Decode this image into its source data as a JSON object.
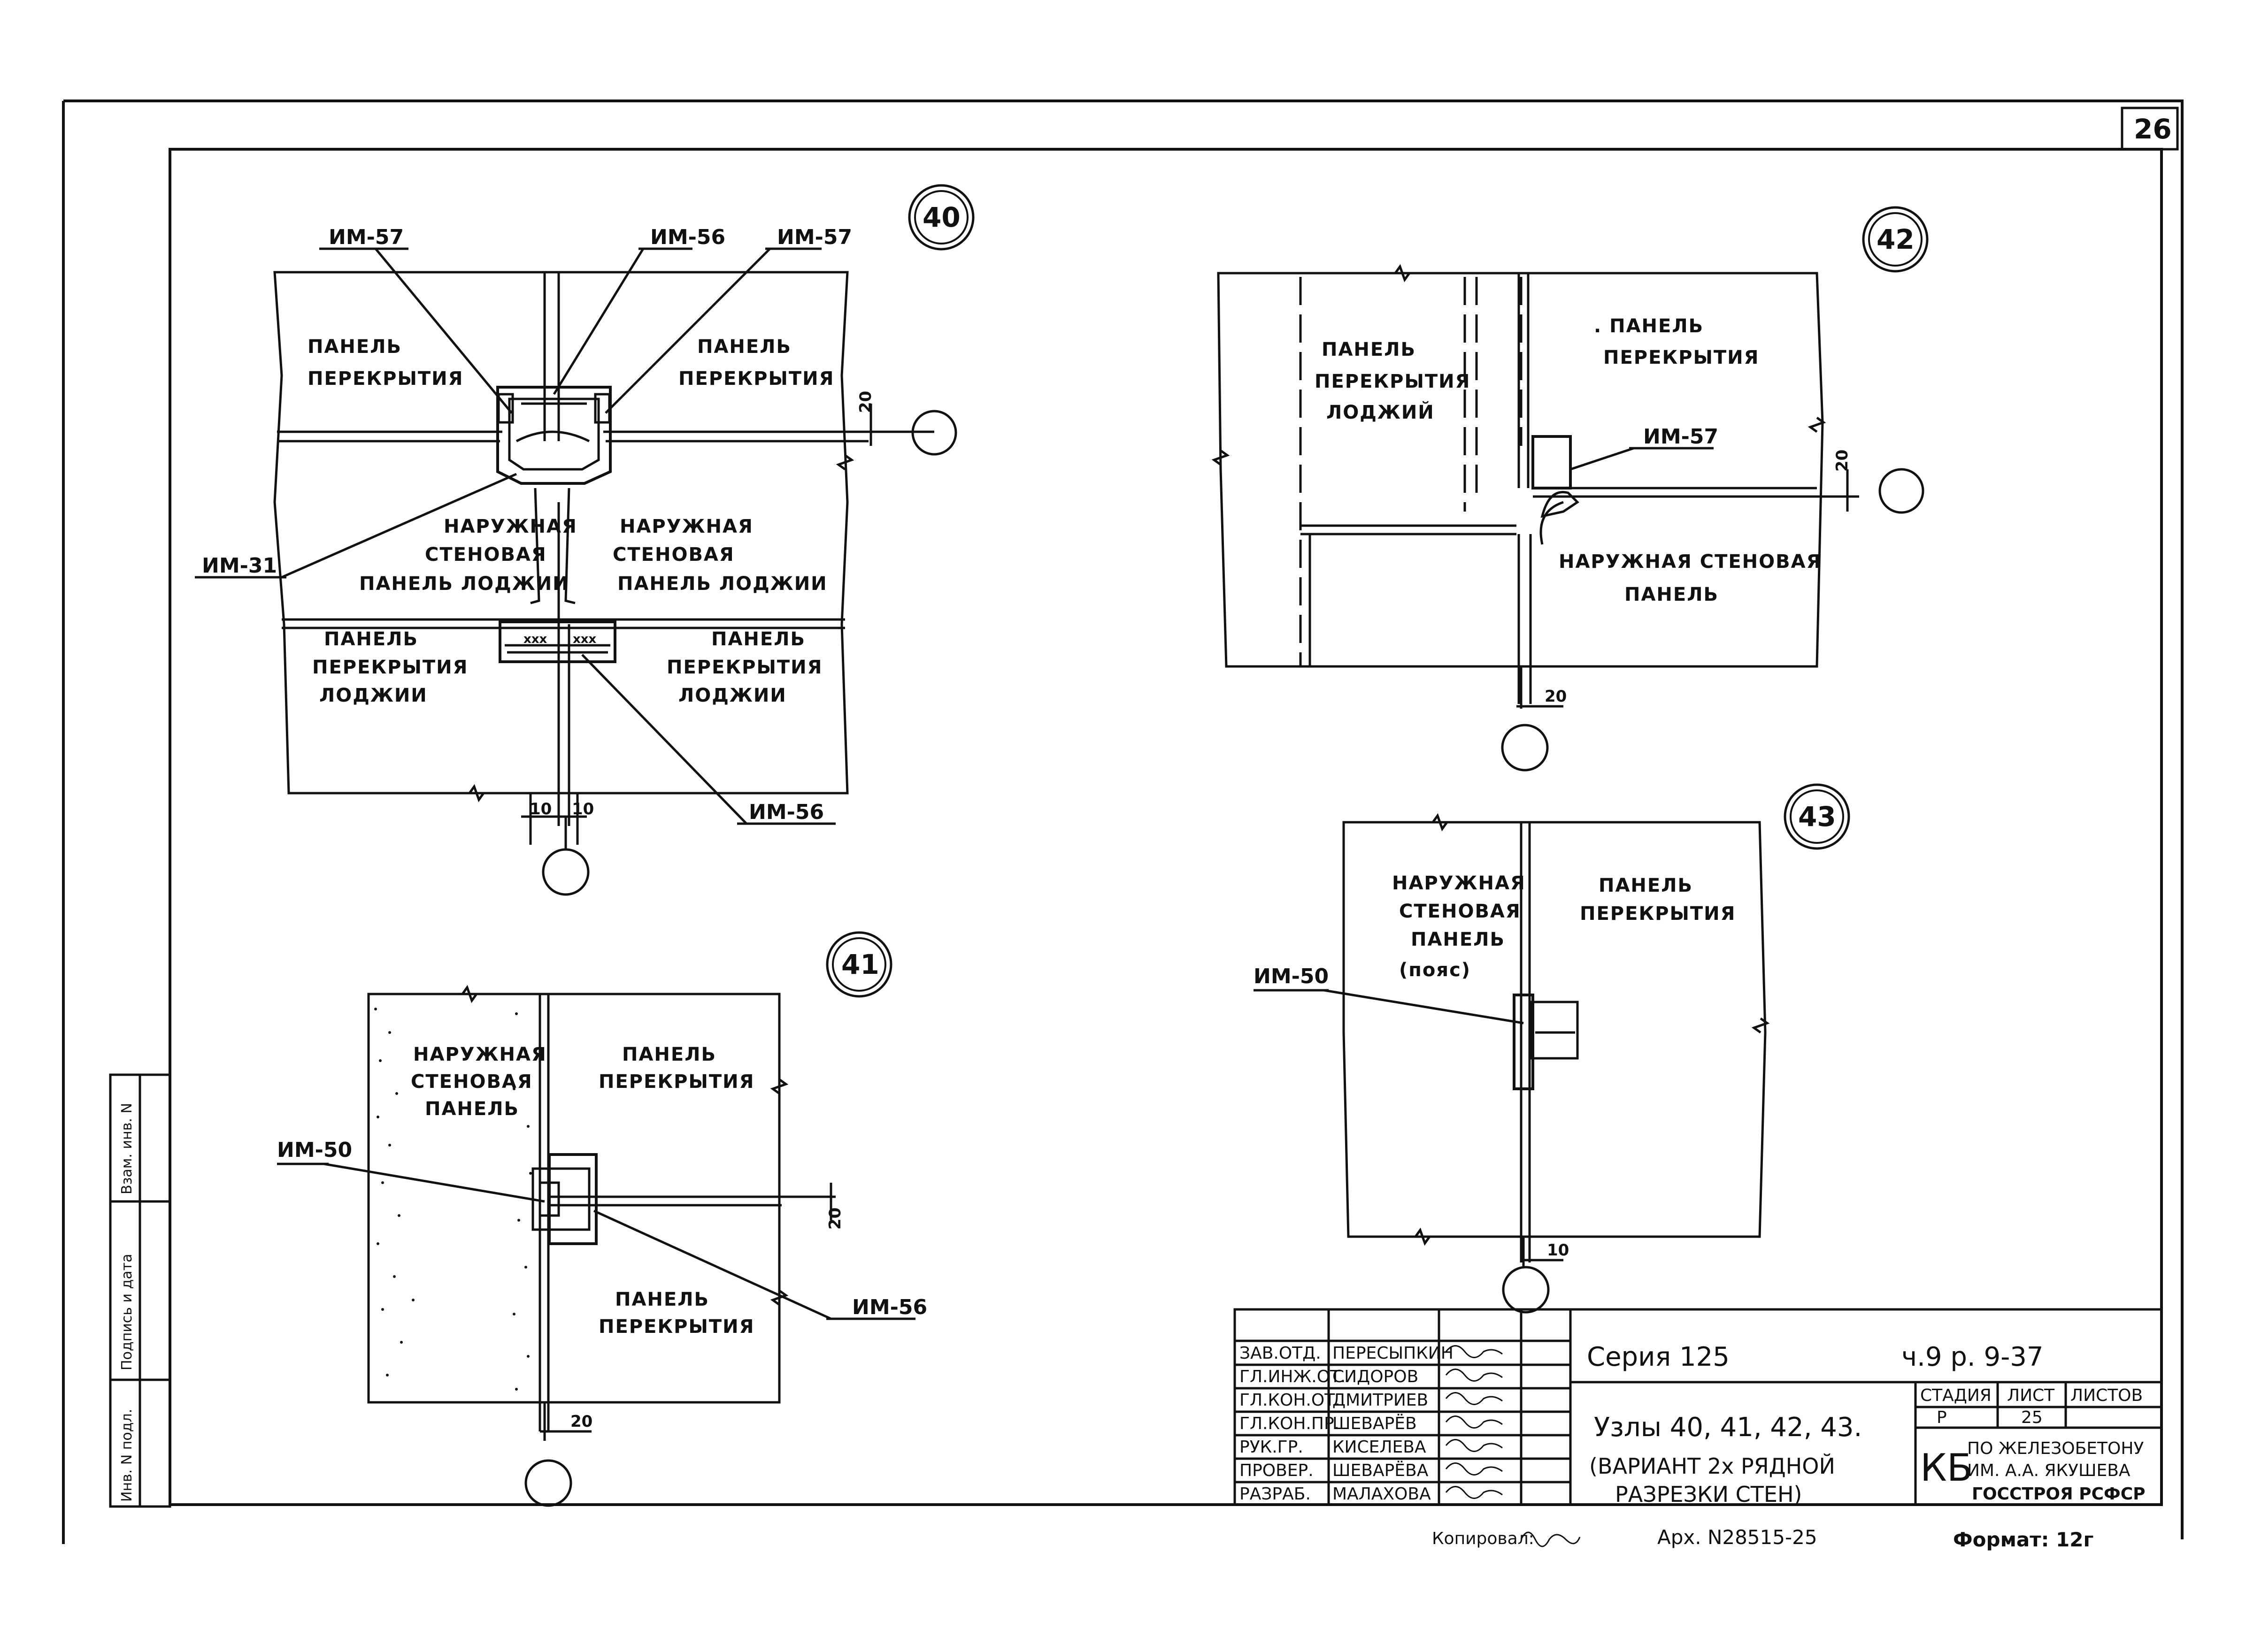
{
  "sheet": {
    "number": "26"
  },
  "nodes": [
    {
      "id": "40",
      "labels": {
        "tl": [
          "ПАНЕЛЬ",
          "ПЕРЕКРЫТИЯ"
        ],
        "tr": [
          "ПАНЕЛЬ",
          "ПЕРЕКРЫТИЯ"
        ],
        "ml": [
          "НАРУЖНАЯ",
          "СТЕНОВАЯ",
          "ПАНЕЛЬ ЛОДЖИИ"
        ],
        "mr": [
          "НАРУЖНАЯ",
          "СТЕНОВАЯ",
          "ПАНЕЛЬ ЛОДЖИИ"
        ],
        "bl": [
          "ПАНЕЛЬ",
          "ПЕРЕКРЫТИЯ",
          "ЛОДЖИИ"
        ],
        "br": [
          "ПАНЕЛЬ",
          "ПЕРЕКРЫТИЯ",
          "ЛОДЖИИ"
        ]
      },
      "marks": [
        "ИМ-57",
        "ИМ-56",
        "ИМ-57",
        "ИМ-31",
        "ИМ-56"
      ],
      "dims": [
        "20",
        "10",
        "10"
      ]
    },
    {
      "id": "41",
      "labels": {
        "wall": [
          "НАРУЖНАЯ",
          "СТЕНОВАЯ",
          "ПАНЕЛЬ"
        ],
        "top": [
          "ПАНЕЛЬ",
          "ПЕРЕКРЫТИЯ"
        ],
        "bottom": [
          "ПАНЕЛЬ",
          "ПЕРЕКРЫТИЯ"
        ]
      },
      "marks": [
        "ИМ-50",
        "ИМ-56"
      ],
      "dims": [
        "20",
        "20"
      ]
    },
    {
      "id": "42",
      "labels": {
        "left": [
          "ПАНЕЛЬ",
          "ПЕРЕКРЫТИЯ",
          "ЛОДЖИЙ"
        ],
        "right": [
          ". ПАНЕЛЬ",
          "ПЕРЕКРЫТИЯ"
        ],
        "wall": [
          "НАРУЖНАЯ СТЕНОВАЯ",
          "ПАНЕЛЬ"
        ]
      },
      "marks": [
        "ИМ-57"
      ],
      "dims": [
        "20",
        "20"
      ]
    },
    {
      "id": "43",
      "labels": {
        "wall": [
          "НАРУЖНАЯ",
          "СТЕНОВАЯ",
          "ПАНЕЛЬ",
          "(пояс)"
        ],
        "slab": [
          "ПАНЕЛЬ",
          "ПЕРЕКРЫТИЯ"
        ]
      },
      "marks": [
        "ИМ-50"
      ],
      "dims": [
        "10"
      ]
    }
  ],
  "side_stamp": [
    "Инв. N подл.",
    "Подпись и дата",
    "Взам. инв. N"
  ],
  "title_block": {
    "roles": [
      "ЗАВ.ОТД.",
      "ГЛ.ИНЖ.ОТ.",
      "ГЛ.КОН.ОТ.",
      "ГЛ.КОН.ПР.",
      "РУК.ГР.",
      "ПРОВЕР.",
      "РАЗРАБ."
    ],
    "names": [
      "ПЕРЕСЫПКИН",
      "СИДОРОВ",
      "ДМИТРИЕВ",
      "ШЕВАРЁВ",
      "КИСЕЛЕВА",
      "ШЕВАРЁВА",
      "МАЛАХОВА"
    ],
    "series": "Серия 125",
    "doc": "ч.9 р. 9-37",
    "title": [
      "Узлы 40, 41, 42, 43.",
      "(ВАРИАНТ 2х РЯДНОЙ",
      "РАЗРЕЗКИ СТЕН)"
    ],
    "stage_headers": [
      "СТАДИЯ",
      "ЛИСТ",
      "ЛИСТОВ"
    ],
    "stage": "Р",
    "sheet_no": "25",
    "sheets": "",
    "org_mark": "КБ",
    "org": [
      "ПО ЖЕЛЕЗОБЕТОНУ",
      "ИМ. А.А. ЯКУШЕВА",
      "ГОССТРОЯ РСФСР"
    ]
  },
  "footer": {
    "copied": "Копировал:",
    "archive": "Арх. N28515-25",
    "format": "Формат: 12г"
  }
}
